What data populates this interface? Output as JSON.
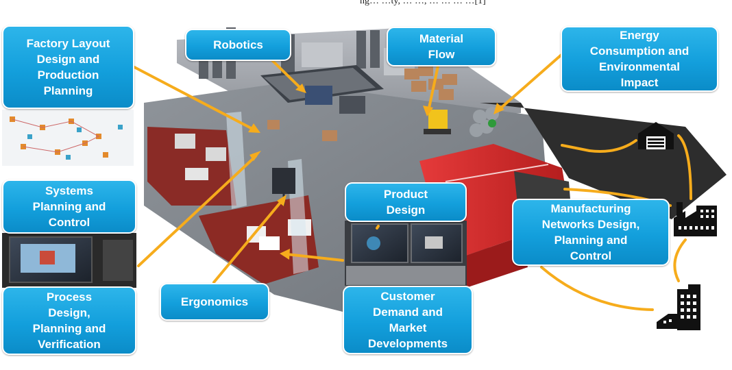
{
  "caption_fragment": "ng… …ty, … …, … … … …[1]",
  "labels": {
    "factory_layout": "Factory Layout\nDesign and\nProduction\nPlanning",
    "robotics": "Robotics",
    "material_flow": "Material\nFlow",
    "energy": "Energy\nConsumption and\nEnvironmental\nImpact",
    "systems_planning": "Systems\nPlanning and\nControl",
    "product_design": "Product\nDesign",
    "manufacturing_networks": "Manufacturing\nNetworks Design,\nPlanning and\nControl",
    "process_design": "Process\nDesign,\nPlanning and\nVerification",
    "ergonomics": "Ergonomics",
    "customer_demand": "Customer\nDemand and\nMarket\nDevelopments"
  },
  "colors": {
    "label_blue": "#139fdc",
    "connector_orange": "#f6ac1c",
    "icon_black": "#111111"
  },
  "icons": [
    "warehouse-icon",
    "factory-icon",
    "office-building-icon"
  ]
}
